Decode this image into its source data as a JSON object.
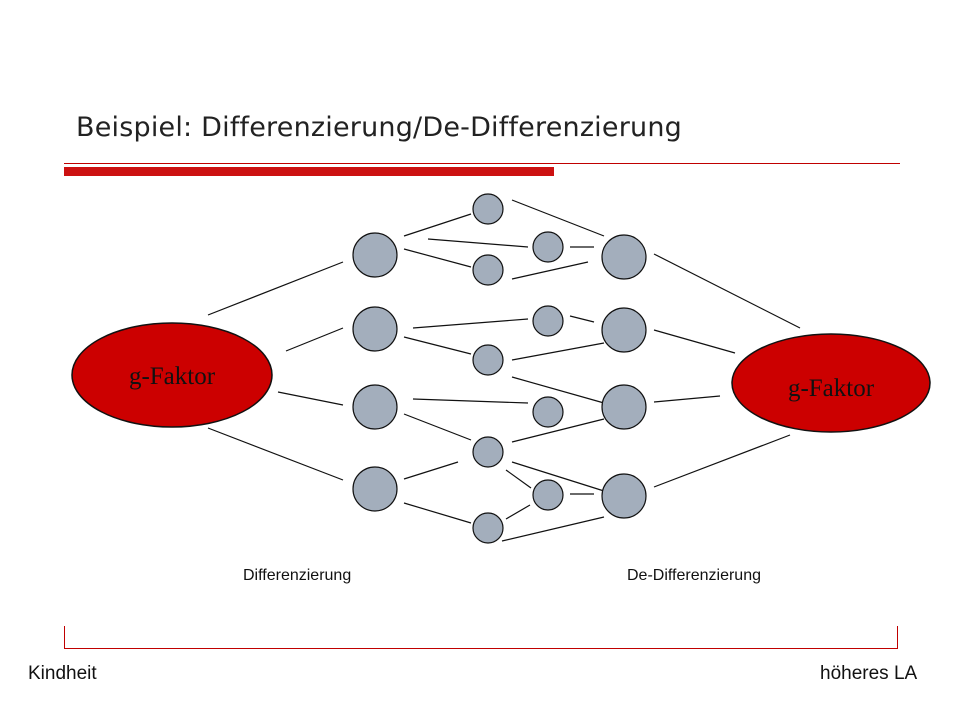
{
  "slide": {
    "title": "Beispiel: Differenzierung/De-Differenzierung"
  },
  "diagram": {
    "left_factor_label": "g-Faktor",
    "right_factor_label": "g-Faktor",
    "phase_left_label": "Differenzierung",
    "phase_right_label": "De-Differenzierung"
  },
  "timeline": {
    "start_label": "Kindheit",
    "end_label": "höheres LA"
  },
  "colors": {
    "accent_red": "#cc1111",
    "factor_fill": "#cc0000",
    "node_fill": "#a3aebc",
    "line": "#111111"
  }
}
